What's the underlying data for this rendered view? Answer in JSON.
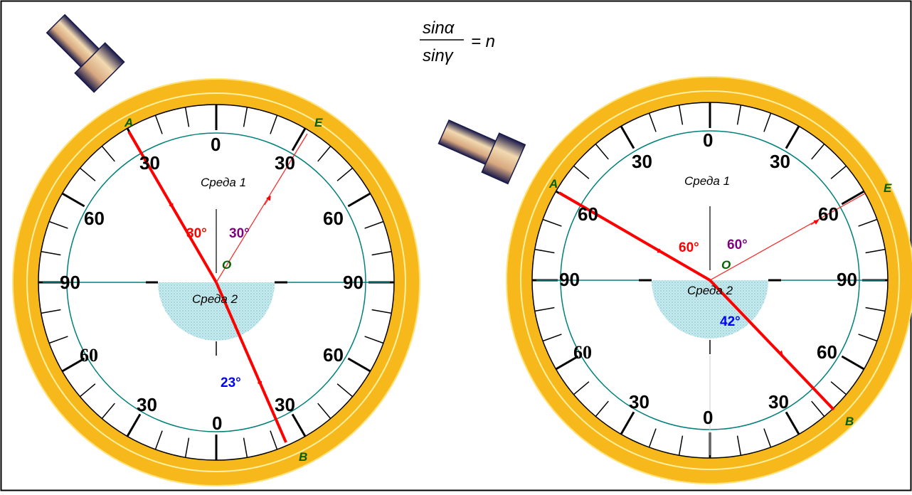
{
  "formula": {
    "numerator": "sinα",
    "denominator": "sinγ",
    "rhs": "= n"
  },
  "colors": {
    "rim": "#f6b81a",
    "rim_light": "#ffe27a",
    "teal": "#00807a",
    "ray": "#ff0000",
    "reflected": "#ff2020",
    "water": "#bfe9ee",
    "incident_angle": "#ff0000",
    "reflected_angle": "#800080",
    "refracted_angle": "#0000ff",
    "label": "#006000"
  },
  "left": {
    "scale": {
      "top": "0",
      "upper_left": "30",
      "upper_right": "30",
      "mid_upper_left": "60",
      "mid_upper_right": "60",
      "left": "90",
      "right": "90",
      "mid_lower_left": "60",
      "mid_lower_right": "60",
      "lower_left": "30",
      "lower_right": "30",
      "bottom": "0"
    },
    "points": {
      "A": "A",
      "E": "E",
      "O": "O",
      "B": "B"
    },
    "media": {
      "one": "Среда 1",
      "two": "Среда 2"
    },
    "angles": {
      "incident": "30°",
      "reflected": "30°",
      "refracted": "23°"
    },
    "incident_deg": 30,
    "reflected_deg": 30,
    "refracted_deg": 23
  },
  "right": {
    "scale": {
      "top": "0",
      "upper_left": "30",
      "upper_right": "30",
      "mid_upper_left": "60",
      "mid_upper_right": "60",
      "left": "90",
      "right": "90",
      "mid_lower_left": "60",
      "mid_lower_right": "60",
      "lower_left": "30",
      "lower_right": "30",
      "bottom": "0"
    },
    "points": {
      "A": "A",
      "E": "E",
      "O": "O",
      "B": "B"
    },
    "media": {
      "one": "Среда 1",
      "two": "Среда 2"
    },
    "angles": {
      "incident": "60°",
      "reflected": "60°",
      "refracted": "42°"
    },
    "incident_deg": 60,
    "reflected_deg": 60,
    "refracted_deg": 42
  }
}
